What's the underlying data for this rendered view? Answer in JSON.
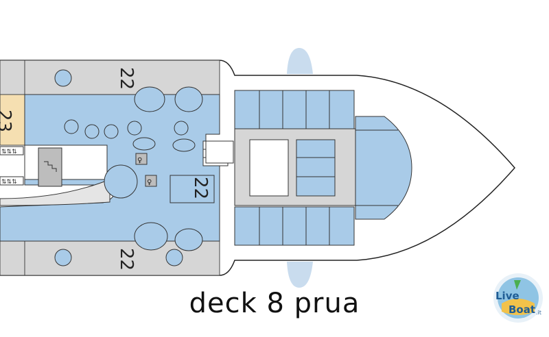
{
  "title": "deck 8 prua",
  "labels": {
    "zone_top": "22",
    "zone_middle": "22",
    "zone_bottom": "22",
    "zone_left": "23"
  },
  "logo": {
    "word1": "Live",
    "word2": "Boat",
    "suffix": ".it"
  },
  "colors": {
    "interior": "#a9cbe8",
    "interior_dark": "#9dc1e3",
    "corridor_grey": "#d6d6d6",
    "stairs_grey": "#bdbdbd",
    "highlight_yellow": "#f5dfb1",
    "outline": "#333333",
    "hull_stroke": "#222222"
  },
  "icons": [
    "restroom-icon",
    "stairs-icon",
    "elevator-icon"
  ]
}
